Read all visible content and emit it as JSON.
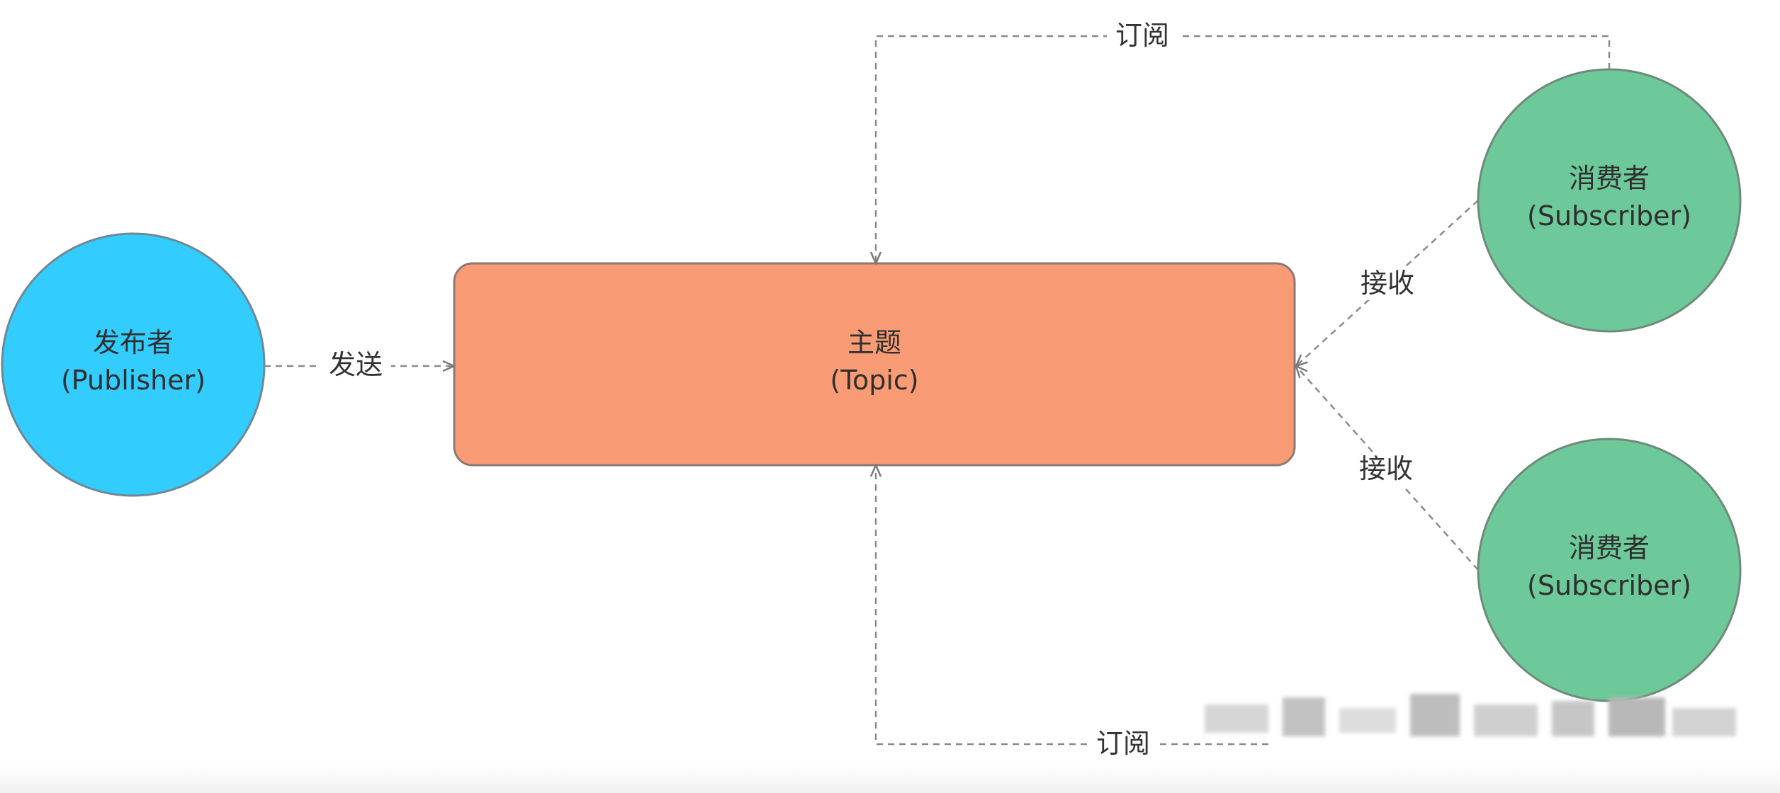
{
  "nodes": {
    "publisher": {
      "line1": "发布者",
      "line2": "(Publisher)",
      "fill": "#33ccff"
    },
    "topic": {
      "line1": "主题",
      "line2": "(Topic)",
      "fill": "#f99c76"
    },
    "subscriber_top": {
      "line1": "消费者",
      "line2": "(Subscriber)",
      "fill": "#6dc99a"
    },
    "subscriber_bottom": {
      "line1": "消费者",
      "line2": "(Subscriber)",
      "fill": "#6dc99a"
    }
  },
  "edges": {
    "send": "发送",
    "subscribe_top": "订阅",
    "subscribe_bottom": "订阅",
    "receive_top": "接收",
    "receive_bottom": "接收"
  },
  "colors": {
    "stroke": "#7a7a7a",
    "dash": "#8a8a8a"
  }
}
